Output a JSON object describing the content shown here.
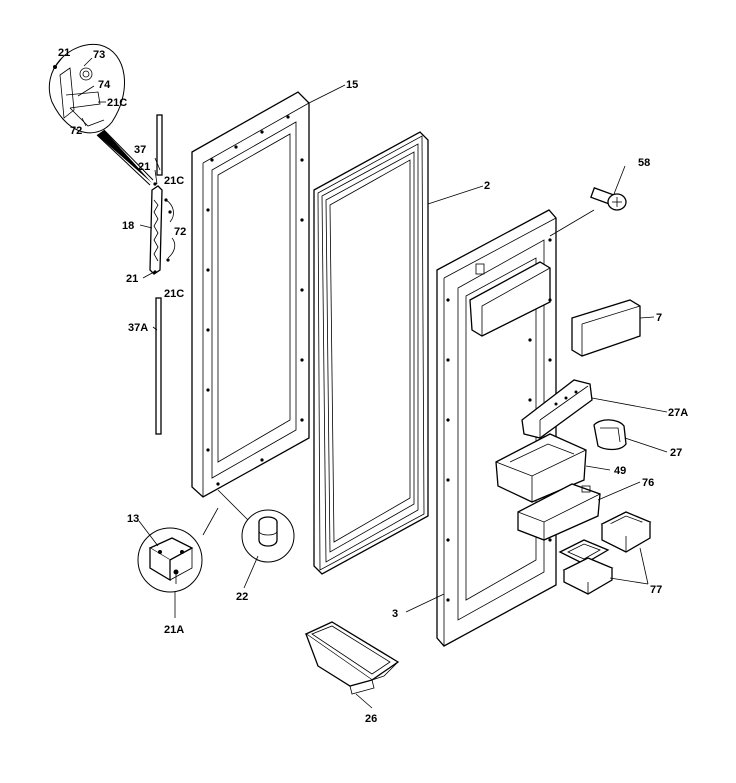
{
  "labels": {
    "p15": "15",
    "p2": "2",
    "p3": "3",
    "p7": "7",
    "p13": "13",
    "p18": "18",
    "p21_top": "21",
    "p21_mid": "21",
    "p21_low": "21",
    "p21A": "21A",
    "p21C_inset": "21C",
    "p21C_upper": "21C",
    "p21C_lower": "21C",
    "p22": "22",
    "p26": "26",
    "p27": "27",
    "p27A": "27A",
    "p37": "37",
    "p37A": "37A",
    "p49": "49",
    "p58": "58",
    "p72_inset": "72",
    "p72_side": "72",
    "p73": "73",
    "p74": "74",
    "p76": "76",
    "p77": "77"
  }
}
